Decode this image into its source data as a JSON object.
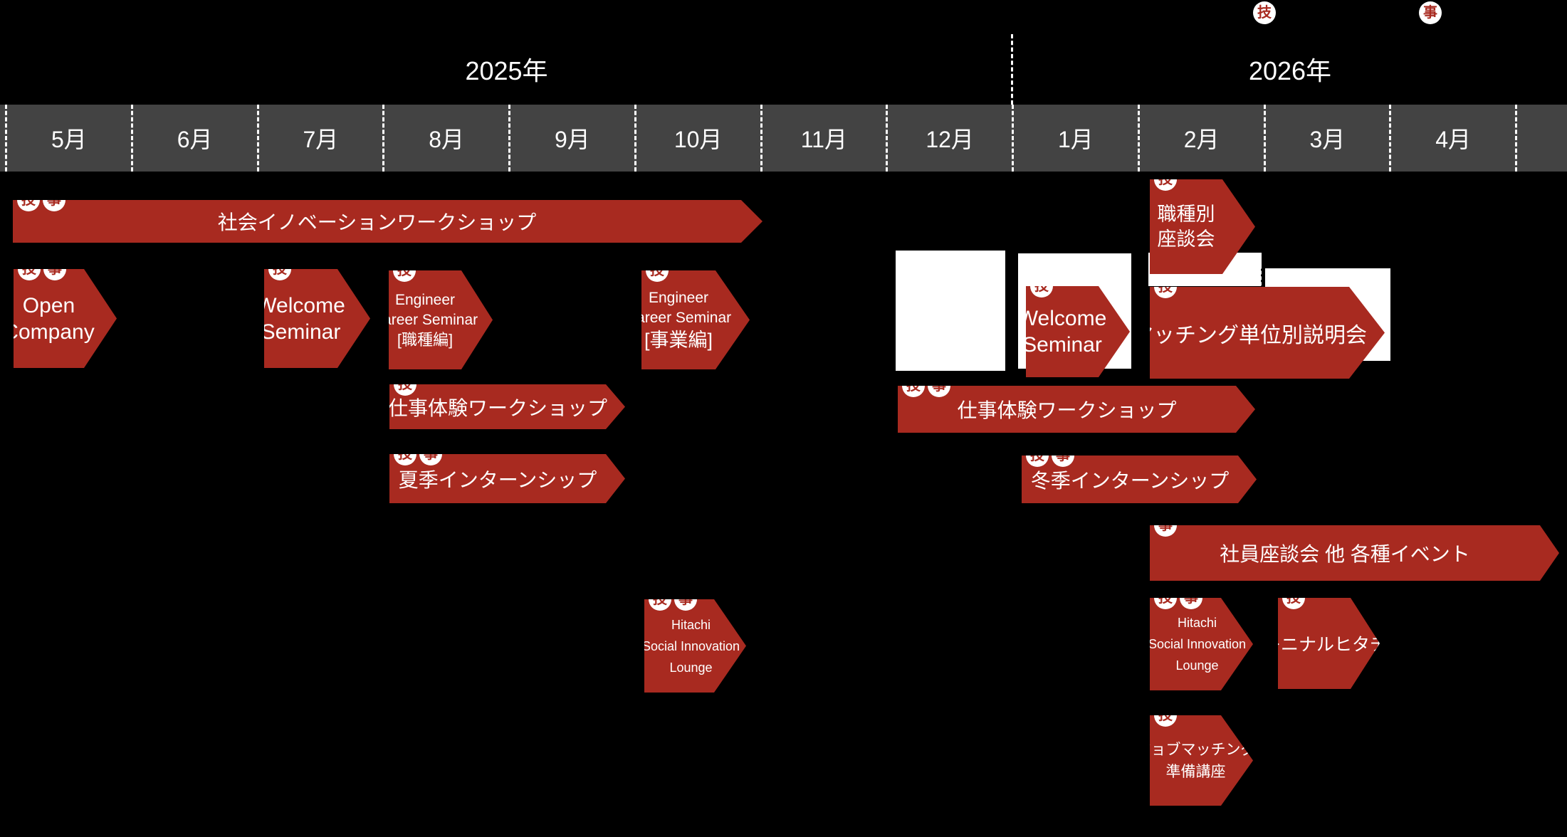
{
  "legend": {
    "tech": "技",
    "biz": "事"
  },
  "header": {
    "year_left": "2025年",
    "year_right": "2026年",
    "months": [
      "5月",
      "6月",
      "7月",
      "8月",
      "9月",
      "10月",
      "11月",
      "12月",
      "1月",
      "2月",
      "3月",
      "4月"
    ]
  },
  "colors": {
    "accent_red": "#a82a20",
    "band_gray": "#434343",
    "background": "#000000",
    "highlight_white": "#ffffff"
  },
  "events": [
    {
      "id": "social-innovation-workshop",
      "lines": [
        "社会イノベーションワークショップ"
      ],
      "badges": [
        "tech",
        "biz"
      ]
    },
    {
      "id": "open-company",
      "lines": [
        "Open",
        "Company"
      ],
      "badges": [
        "tech",
        "biz"
      ]
    },
    {
      "id": "welcome-seminar-summer",
      "lines": [
        "Welcome",
        "Seminar"
      ],
      "badges": [
        "tech"
      ]
    },
    {
      "id": "engineer-career-seminar-shokushu",
      "lines": [
        "Engineer",
        "Career Seminar",
        "[職種編]"
      ],
      "badges": [
        "tech"
      ]
    },
    {
      "id": "engineer-career-seminar-jigyo",
      "lines": [
        "Engineer",
        "Career Seminar",
        "[事業編]"
      ],
      "badges": [
        "tech"
      ]
    },
    {
      "id": "welcome-seminar-winter",
      "lines": [
        "Welcome",
        "Seminar"
      ],
      "badges": [
        "tech"
      ]
    },
    {
      "id": "shokushubetsu-zadankai",
      "lines": [
        "職種別",
        "座談会"
      ],
      "badges": [
        "tech"
      ]
    },
    {
      "id": "matching-tanibetsu-setsumeikai",
      "lines": [
        "マッチング単位別説明会"
      ],
      "badges": [
        "tech"
      ]
    },
    {
      "id": "shigoto-taiken-workshop-summer",
      "lines": [
        "仕事体験ワークショップ"
      ],
      "badges": [
        "tech"
      ]
    },
    {
      "id": "kaki-internship",
      "lines": [
        "夏季インターンシップ"
      ],
      "badges": [
        "tech",
        "biz"
      ]
    },
    {
      "id": "shigoto-taiken-workshop-winter",
      "lines": [
        "仕事体験ワークショップ"
      ],
      "badges": [
        "tech",
        "biz"
      ]
    },
    {
      "id": "touki-internship",
      "lines": [
        "冬季インターンシップ"
      ],
      "badges": [
        "tech",
        "biz"
      ]
    },
    {
      "id": "shain-zadankai-events",
      "lines": [
        "社員座談会 他 各種イベント"
      ],
      "badges": [
        "biz"
      ]
    },
    {
      "id": "hitachi-social-innovation-lounge-oct",
      "lines": [
        "Hitachi",
        "Social Innovation",
        "Lounge"
      ],
      "badges": [
        "tech",
        "biz"
      ]
    },
    {
      "id": "hitachi-social-innovation-lounge-feb",
      "lines": [
        "Hitachi",
        "Social Innovation",
        "Lounge"
      ],
      "badges": [
        "tech",
        "biz"
      ]
    },
    {
      "id": "kininaru-hitachi",
      "lines": [
        "キニナルヒタチ"
      ],
      "badges": [
        "tech"
      ]
    },
    {
      "id": "job-matching-junbi-kouza",
      "lines": [
        "ジョブマッチング",
        "準備講座"
      ],
      "badges": [
        "tech"
      ]
    }
  ]
}
